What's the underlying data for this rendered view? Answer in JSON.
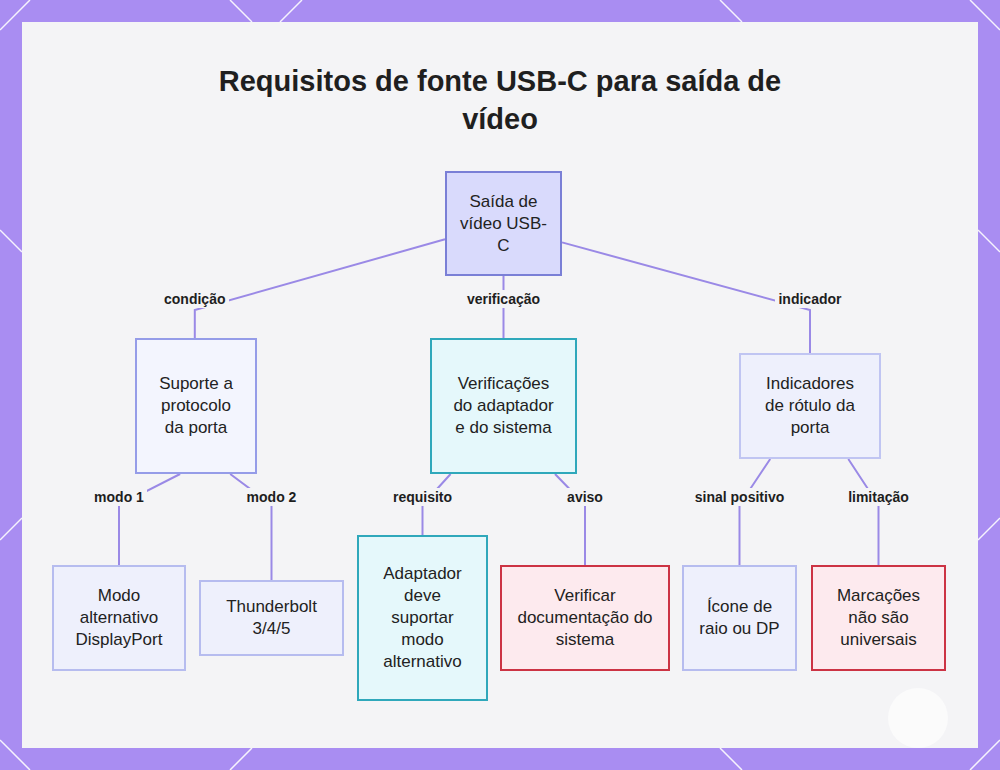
{
  "diagram": {
    "title": "Requisitos de fonte USB-C para saída de vídeo",
    "nodes": [
      {
        "text": [
          "Saída de vídeo USB-C"
        ]
      },
      {
        "text": [
          "Suporte a protocolo da porta"
        ]
      },
      {
        "text": [
          "Verificações do adaptador e do sistema"
        ]
      },
      {
        "text": [
          "Indicadores de rótulo da porta"
        ]
      },
      {
        "text": [
          "Modo alternativo DisplayPort"
        ]
      },
      {
        "text": [
          "Thunderbolt 3/4/5"
        ]
      },
      {
        "text": [
          "Adaptador deve suportar modo alternativo"
        ]
      },
      {
        "text": [
          "Verificar documentação do sistema"
        ]
      },
      {
        "text": [
          "Ícone de raio ou DP"
        ]
      },
      {
        "text": [
          "Marcações não são universais"
        ]
      }
    ],
    "edges": [
      {
        "from": 0,
        "to": 1,
        "label": "condição",
        "arrow": "none"
      },
      {
        "from": 0,
        "to": 2,
        "label": "verificação",
        "arrow": "none"
      },
      {
        "from": 0,
        "to": 3,
        "label": "indicador",
        "arrow": "none"
      },
      {
        "from": 1,
        "to": 4,
        "label": "modo 1",
        "arrow": "none"
      },
      {
        "from": 1,
        "to": 5,
        "label": "modo 2",
        "arrow": "none"
      },
      {
        "from": 2,
        "to": 6,
        "label": "requisito",
        "arrow": "none"
      },
      {
        "from": 2,
        "to": 7,
        "label": "aviso",
        "arrow": "none"
      },
      {
        "from": 3,
        "to": 8,
        "label": "sinal positivo",
        "arrow": "none"
      },
      {
        "from": 3,
        "to": 9,
        "label": "limitação",
        "arrow": "none"
      }
    ]
  }
}
